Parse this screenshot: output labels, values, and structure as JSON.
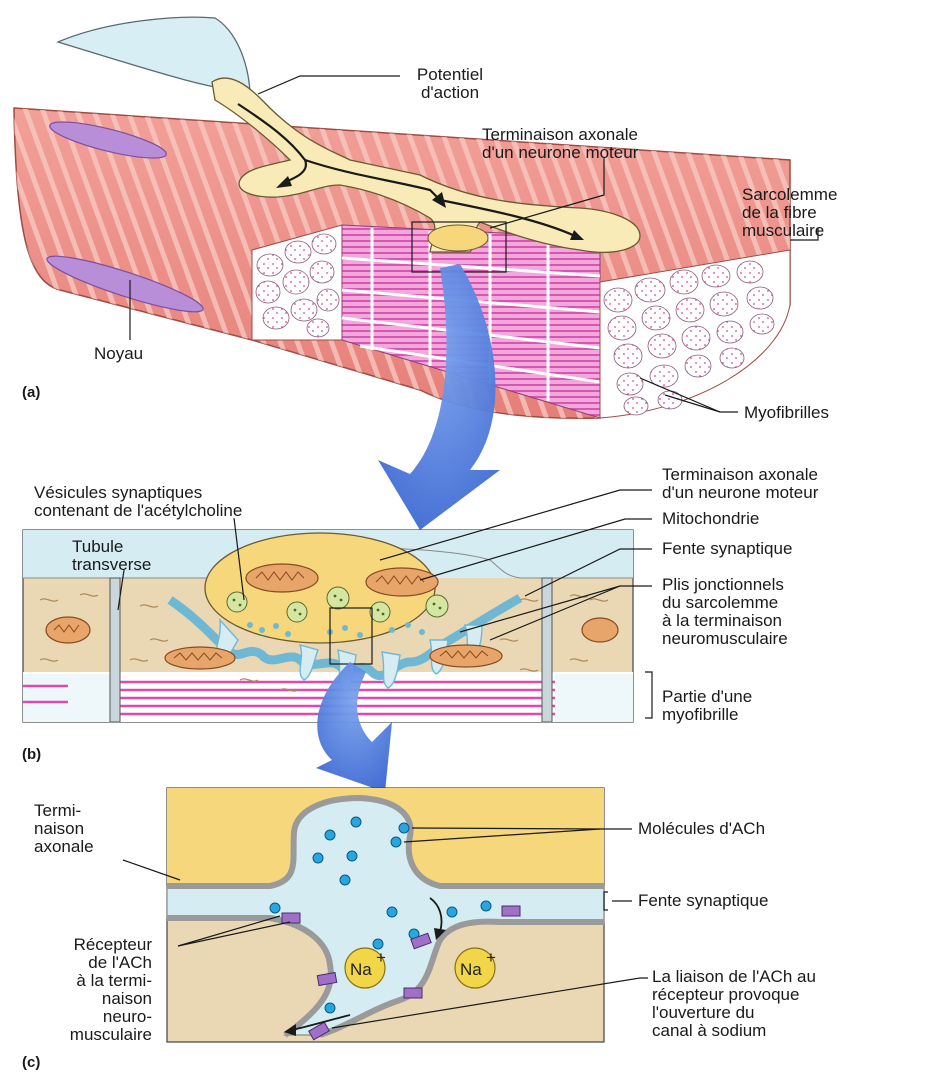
{
  "panels": {
    "a": "(a)",
    "b": "(b)",
    "c": "(c)"
  },
  "labels_a": {
    "potentiel": [
      "Potentiel",
      "d'action"
    ],
    "terminaison": [
      "Terminaison axonale",
      "d'un neurone moteur"
    ],
    "sarcolemme": [
      "Sarcolemme",
      "de la fibre",
      "musculaire"
    ],
    "noyau": "Noyau",
    "myofibrilles": "Myofibrilles"
  },
  "labels_b": {
    "vesicules": [
      "Vésicules synaptiques",
      "contenant de l'acétylcholine"
    ],
    "tubule": [
      "Tubule",
      "transverse"
    ],
    "terminaison": [
      "Terminaison axonale",
      "d'un neurone moteur"
    ],
    "mitochondrie": "Mitochondrie",
    "fente": "Fente synaptique",
    "plis": [
      "Plis jonctionnels",
      "du sarcolemme",
      "à la terminaison",
      "neuromusculaire"
    ],
    "myofibrille": [
      "Partie d'une",
      "myofibrille"
    ]
  },
  "labels_c": {
    "terminaison": [
      "Termi-",
      "naison",
      "axonale"
    ],
    "molecules": "Molécules d'ACh",
    "fente": "Fente synaptique",
    "recepteur": [
      "Récepteur",
      "de l'ACh",
      "à la termi-",
      "naison",
      "neuro-",
      "musculaire"
    ],
    "liaison": [
      "La liaison de l'ACh au",
      "récepteur provoque",
      "l'ouverture du",
      "canal à sodium"
    ],
    "na1": "Na",
    "na2": "Na",
    "na_sup": "+"
  },
  "colors": {
    "muscle": "#ef8e86",
    "muscle_stripe": "#f7c4bd",
    "neuron": "#f8ebb8",
    "myofibril_pink": "#e676c4",
    "cleft_blue": "#d5ecf3",
    "sarcoplasm": "#ead8b4",
    "terminal_yellow": "#f6d77c",
    "arrow_blue": "#4a7de0",
    "ach_dot": "#27a6e0",
    "receptor": "#a070c8",
    "nucleus": "#b98ed8"
  }
}
